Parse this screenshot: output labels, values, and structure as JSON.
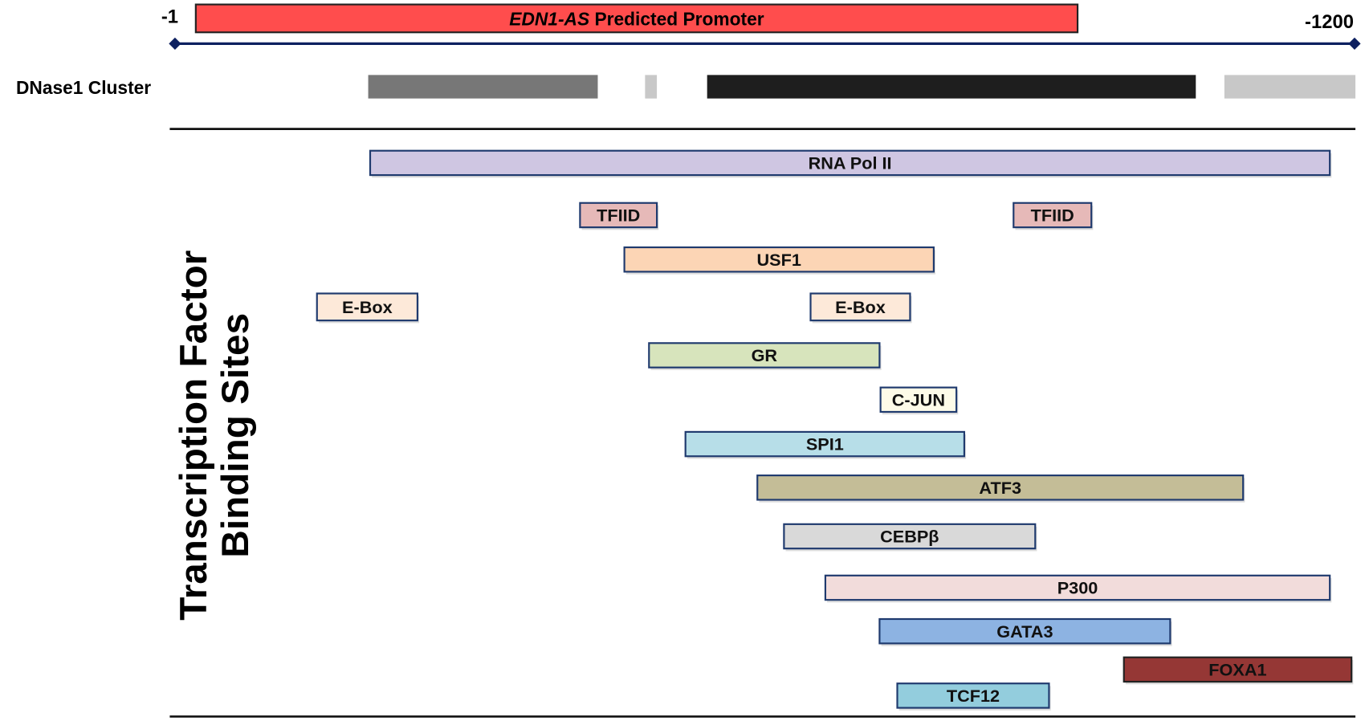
{
  "chart_data": {
    "type": "diagram",
    "axis": {
      "start_label": "-1",
      "end_label": "-1200",
      "range_bp": [
        1,
        1200
      ]
    },
    "promoter": {
      "label_italic": "EDN1-AS",
      "label_rest": " Predicted Promoter",
      "start": 23,
      "end": 918,
      "color": "#ff4d4d"
    },
    "dnase": {
      "label": "DNase1 Cluster",
      "segments": [
        {
          "start": 198,
          "end": 431,
          "color": "#777777"
        },
        {
          "start": 479,
          "end": 491,
          "color": "#c8c8c8"
        },
        {
          "start": 542,
          "end": 1038,
          "color": "#1e1e1e"
        },
        {
          "start": 1067,
          "end": 1200,
          "color": "#c8c8c8"
        }
      ]
    },
    "tfbs_title_line1": "Transcription Factor",
    "tfbs_title_line2": "Binding Sites",
    "sites": [
      {
        "label": "RNA Pol II",
        "row": 0,
        "start": 200,
        "end": 1174,
        "color": "#cfc6e2"
      },
      {
        "label": "TFIID",
        "row": 1,
        "start": 413,
        "end": 491,
        "color": "#e6b9b8"
      },
      {
        "label": "TFIID",
        "row": 1,
        "start": 853,
        "end": 932,
        "color": "#e6b9b8"
      },
      {
        "label": "USF1",
        "row": 2,
        "start": 458,
        "end": 772,
        "color": "#fcd5b5"
      },
      {
        "label": "E-Box",
        "row": 3,
        "start": 146,
        "end": 248,
        "color": "#fde9d9"
      },
      {
        "label": "E-Box",
        "row": 3,
        "start": 647,
        "end": 748,
        "color": "#fde9d9"
      },
      {
        "label": "GR",
        "row": 4,
        "start": 483,
        "end": 717,
        "color": "#d7e4bc"
      },
      {
        "label": "C-JUN",
        "row": 5,
        "start": 718,
        "end": 795,
        "color": "#fdfbe8"
      },
      {
        "label": "SPI1",
        "row": 6,
        "start": 520,
        "end": 803,
        "color": "#b7dee8"
      },
      {
        "label": "ATF3",
        "row": 7,
        "start": 593,
        "end": 1086,
        "color": "#c4bd97"
      },
      {
        "label": "CEBPβ",
        "row": 8,
        "start": 620,
        "end": 875,
        "color": "#d9d9d9"
      },
      {
        "label": "P300",
        "row": 9,
        "start": 662,
        "end": 1174,
        "color": "#f2dcdb"
      },
      {
        "label": "GATA3",
        "row": 10,
        "start": 717,
        "end": 1012,
        "color": "#8db3e2"
      },
      {
        "label": "FOXA1",
        "row": 11,
        "start": 965,
        "end": 1196,
        "color": "#953735"
      },
      {
        "label": "TCF12",
        "row": 12,
        "start": 735,
        "end": 889,
        "color": "#93cddd"
      }
    ]
  }
}
